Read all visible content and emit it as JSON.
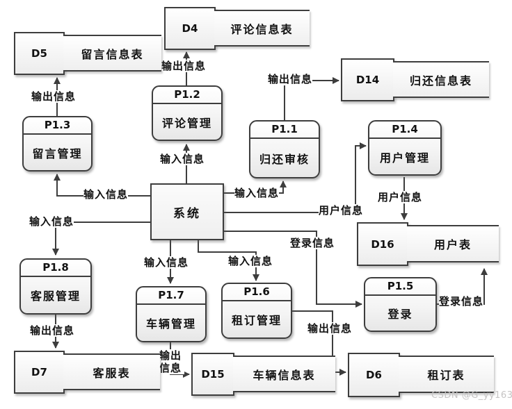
{
  "diagram": {
    "system_label": "系统",
    "processes": [
      {
        "id": "P1.3",
        "name": "留言管理"
      },
      {
        "id": "P1.2",
        "name": "评论管理"
      },
      {
        "id": "P1.1",
        "name": "归还审核"
      },
      {
        "id": "P1.4",
        "name": "用户管理"
      },
      {
        "id": "P1.8",
        "name": "客服管理"
      },
      {
        "id": "P1.7",
        "name": "车辆管理"
      },
      {
        "id": "P1.6",
        "name": "租订管理"
      },
      {
        "id": "P1.5",
        "name": "登录"
      }
    ],
    "stores": [
      {
        "id": "D5",
        "name": "留言信息表"
      },
      {
        "id": "D4",
        "name": "评论信息表"
      },
      {
        "id": "D14",
        "name": "归还信息表"
      },
      {
        "id": "D16",
        "name": "用户表"
      },
      {
        "id": "D7",
        "name": "客服表"
      },
      {
        "id": "D15",
        "name": "车辆信息表"
      },
      {
        "id": "D6",
        "name": "租订表"
      }
    ],
    "flows": [
      "输出信息",
      "输入信息",
      "输出信息",
      "输入信息",
      "输出信息",
      "输入信息",
      "用户信息",
      "用户信息",
      "登录信息",
      "登录信息",
      "输入信息",
      "输入信息",
      "输入信息",
      "输出信息",
      "输出信息",
      "输出信息"
    ],
    "watermark": "CSDN @G_yy163",
    "colors": {
      "stroke": "#3d3d3d",
      "text": "#111111",
      "watermark": "#c6c4c4"
    }
  }
}
